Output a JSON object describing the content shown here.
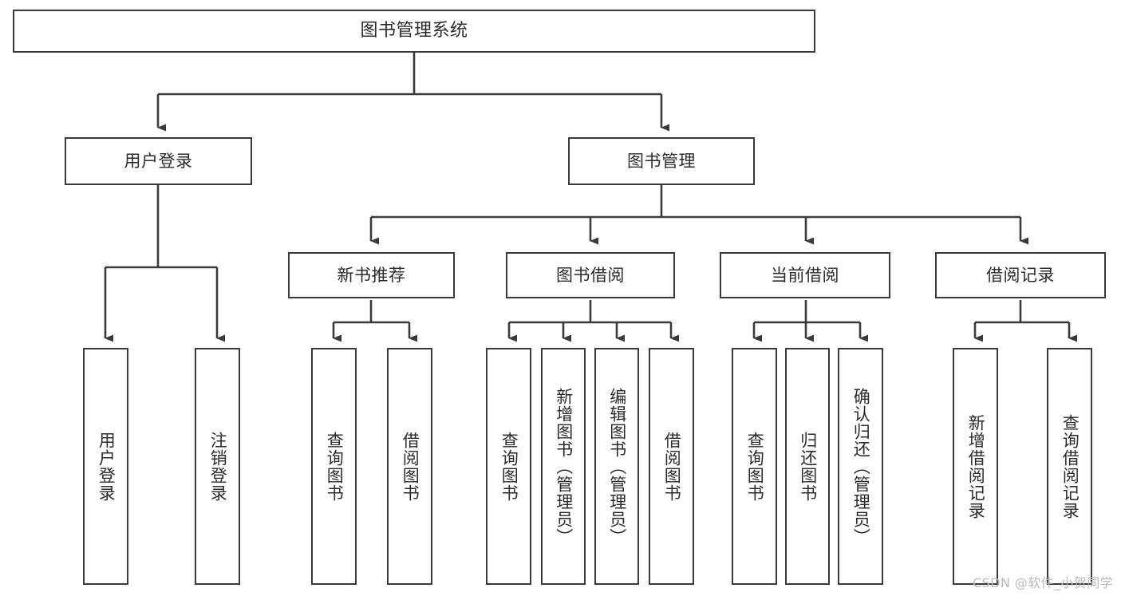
{
  "diagram": {
    "title": "图书管理系统",
    "watermark": "CSDN @软件_小贺同学",
    "colors": {
      "border": "#3a3a3a",
      "background": "#ffffff",
      "text": "#2b2b2b",
      "edge": "#3a3a3a",
      "watermark": "#b9b9b9"
    },
    "nodes": {
      "root": {
        "label": "图书管理系统"
      },
      "level1": [
        {
          "id": "user-login",
          "label": "用户登录"
        },
        {
          "id": "book-management",
          "label": "图书管理"
        }
      ],
      "level2": [
        {
          "id": "new-book-recommend",
          "label": "新书推荐"
        },
        {
          "id": "book-borrow",
          "label": "图书借阅"
        },
        {
          "id": "current-borrow",
          "label": "当前借阅"
        },
        {
          "id": "borrow-record",
          "label": "借阅记录"
        }
      ],
      "leaves": {
        "user_login": [
          {
            "id": "leaf-user-login",
            "label": "用户登录"
          },
          {
            "id": "leaf-user-logout",
            "label": "注销登录"
          }
        ],
        "new_book_recommend": [
          {
            "id": "leaf-query-book-1",
            "label": "查询图书"
          },
          {
            "id": "leaf-borrow-book-1",
            "label": "借阅图书"
          }
        ],
        "book_borrow": [
          {
            "id": "leaf-query-book-2",
            "label": "查询图书"
          },
          {
            "id": "leaf-add-book",
            "label": "新增图书（管理员）"
          },
          {
            "id": "leaf-edit-book",
            "label": "编辑图书（管理员）"
          },
          {
            "id": "leaf-borrow-book-2",
            "label": "借阅图书"
          }
        ],
        "current_borrow": [
          {
            "id": "leaf-query-book-3",
            "label": "查询图书"
          },
          {
            "id": "leaf-return-book",
            "label": "归还图书"
          },
          {
            "id": "leaf-confirm-return",
            "label": "确认归还（管理员）"
          }
        ],
        "borrow_record": [
          {
            "id": "leaf-add-record",
            "label": "新增借阅记录"
          },
          {
            "id": "leaf-query-record",
            "label": "查询借阅记录"
          }
        ]
      }
    }
  }
}
